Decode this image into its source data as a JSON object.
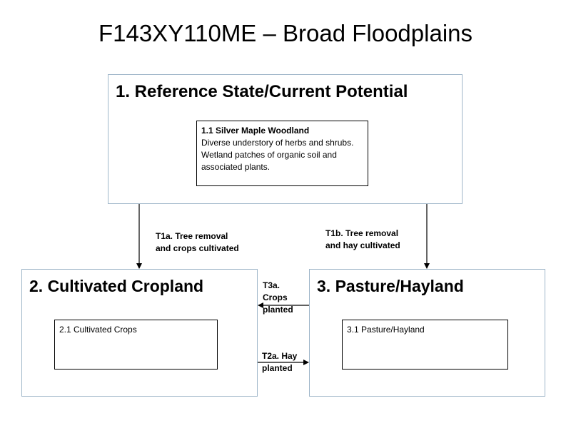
{
  "diagram": {
    "title": "F143XY110ME – Broad Floodplains",
    "states": {
      "s1": {
        "title": "1. Reference State/Current Potential",
        "phase_title": "1.1 Silver Maple Woodland",
        "phase_desc": "Diverse understory of herbs and shrubs. Wetland patches of organic soil and associated plants."
      },
      "s2": {
        "title": "2. Cultivated Cropland",
        "phase_title": "2.1 Cultivated Crops"
      },
      "s3": {
        "title": "3. Pasture/Hayland",
        "phase_title": "3.1 Pasture/Hayland"
      }
    },
    "transitions": {
      "t1a": {
        "line1": "T1a. Tree removal",
        "line2": "and crops cultivated"
      },
      "t1b": {
        "line1": "T1b. Tree removal",
        "line2": "and hay cultivated"
      },
      "t3a": {
        "line1": "T3a.",
        "line2": "Crops",
        "line3": "planted"
      },
      "t2a": {
        "line1": "T2a. Hay",
        "line2": "planted"
      }
    },
    "colors": {
      "state_border": "#9fb6c9",
      "phase_border": "#000000",
      "arrow": "#000000"
    }
  }
}
